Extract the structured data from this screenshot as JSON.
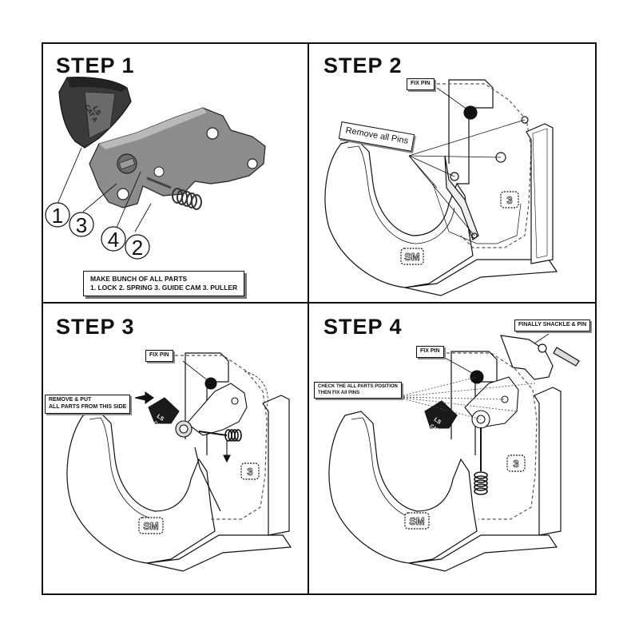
{
  "steps": [
    {
      "title": "STEP 1"
    },
    {
      "title": "STEP 2"
    },
    {
      "title": "STEP 3"
    },
    {
      "title": "STEP 4"
    }
  ],
  "step1": {
    "part_numbers": [
      "1",
      "3",
      "4",
      "2"
    ],
    "note_line1": "MAKE BUNCH OF ALL PARTS",
    "note_line2": "1. LOCK 2. SPRING 3. GUIDE CAM 3. PULLER",
    "lock_marking_1": "LS",
    "lock_marking_2": "CAT A"
  },
  "step2": {
    "fix_pin": "FIX PIN",
    "remove_pins": "Remove all Pins",
    "hook_mark_1": "SM",
    "hook_mark_2": "3"
  },
  "step3": {
    "fix_pin": "FIX PIN",
    "remove_put_line1": "REMOVE & PUT",
    "remove_put_line2": "ALL PARTS FROM THIS SIDE",
    "lock_marking_1": "LS",
    "lock_marking_2": "CAT A",
    "hook_mark_1": "SM",
    "hook_mark_2": "3"
  },
  "step4": {
    "fix_pin": "FIX PIN",
    "finally": "FINALLY SHACKLE & PIN",
    "check_line1": "CHECK THE ALL PARTS POSITION",
    "check_line2": "THEN FIX All PINS",
    "lock_marking_1": "LS",
    "lock_marking_2": "CAT A",
    "hook_mark_1": "SM",
    "hook_mark_2": "3"
  }
}
